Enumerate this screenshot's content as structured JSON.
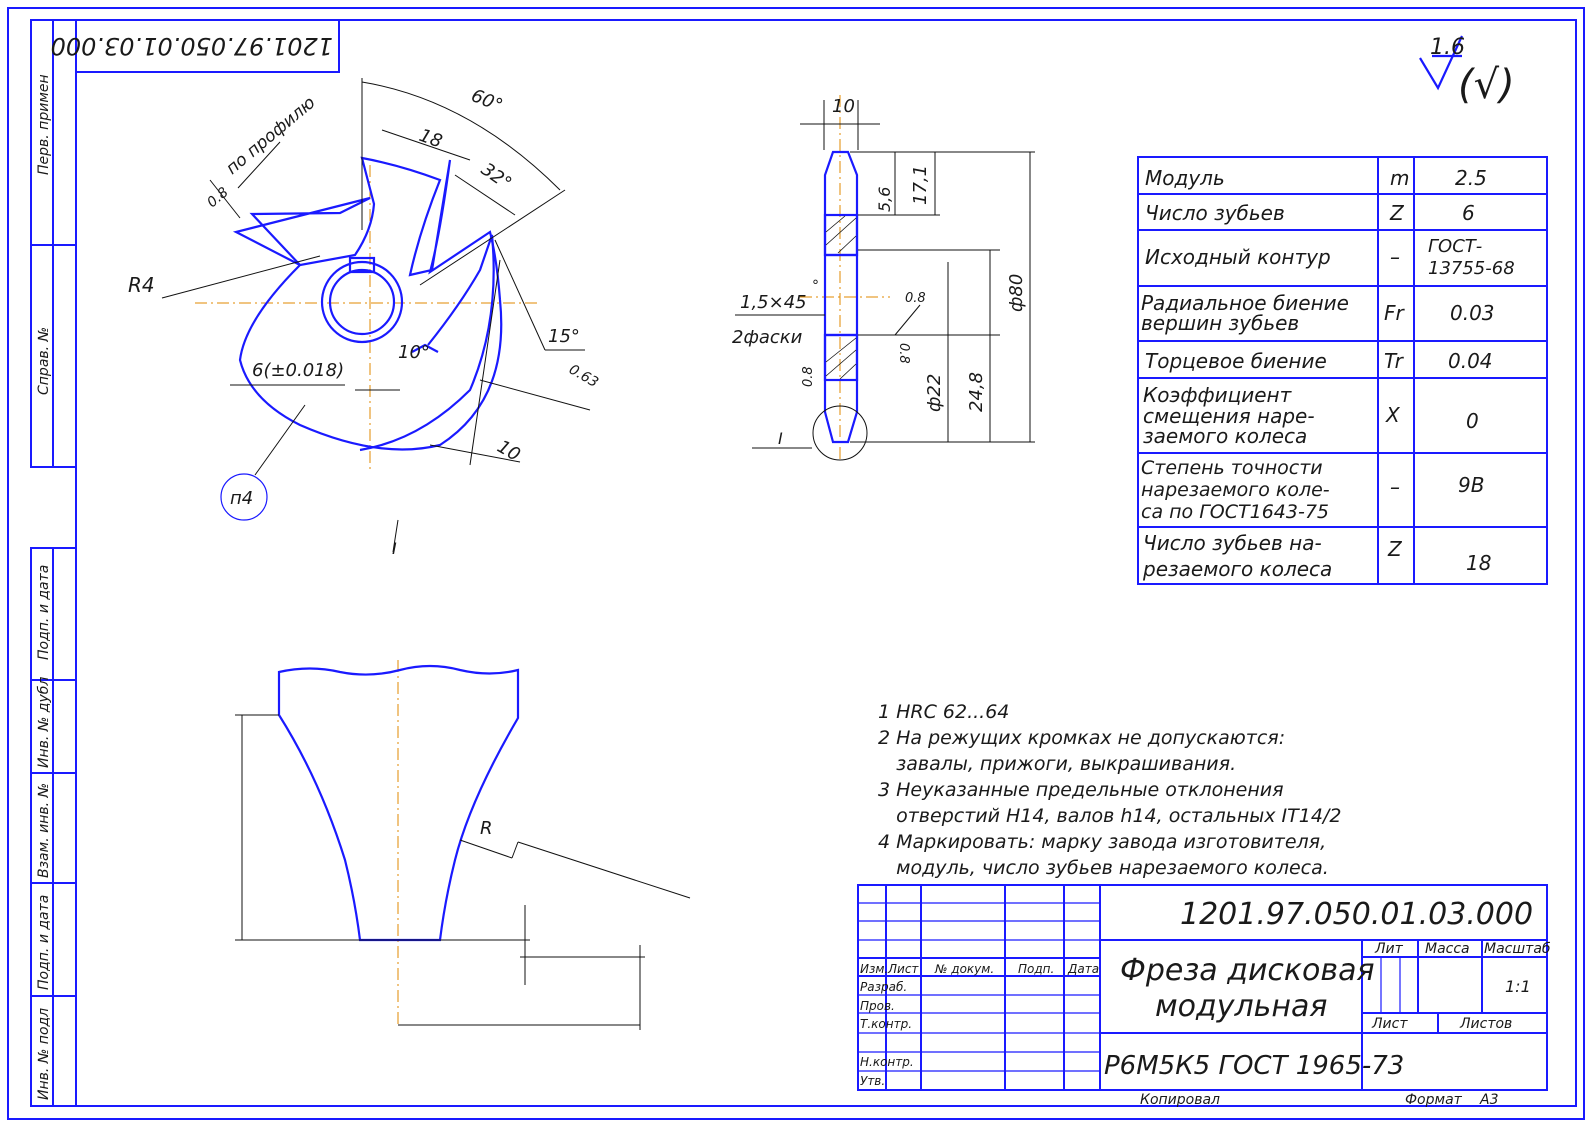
{
  "stamp_rotated": "1201.97.050.01.03.000",
  "roughness": {
    "value": "1.6",
    "bracket": "(√)"
  },
  "side_labels": [
    "Перв. примен",
    "Справ. №",
    "Подп. и дата",
    "Инв. № дубл",
    "Взам. инв. №",
    "Подп. и дата",
    "Инв. № подл"
  ],
  "view_main": {
    "angle_60": "60°",
    "dim_18": "18",
    "angle_32": "32°",
    "profile_note": "по профилю",
    "rough_08": "0.8",
    "r4": "R4",
    "keyway": "6(±0.018)",
    "angle_10": "10°",
    "angle_15": "15°",
    "rough_063": "0.63",
    "dim_10": "10",
    "section_mark": "I",
    "balloon": "п4"
  },
  "view_side": {
    "dim_10": "10",
    "dim_56": "5,6",
    "dim_171": "17,1",
    "chamfer": "1,5×45",
    "chamfer_deg": "°",
    "chamfer_note": "2фаски",
    "rough_08a": "0.8",
    "rough_08b": "0.8",
    "rough_08c": "0.8",
    "dim_d80": "ф80",
    "dim_d22": "ф22",
    "dim_248": "24,8",
    "detail_mark": "I"
  },
  "detail": {
    "radius": "R"
  },
  "param_table": [
    {
      "name": "Модуль",
      "sym": "m",
      "val": "2.5"
    },
    {
      "name": "Число зубьев",
      "sym": "Z",
      "val": "6"
    },
    {
      "name": "Исходный контур",
      "sym": "–",
      "val": "ГОСТ-13755-68"
    },
    {
      "name": "Радиальное биение вершин зубьев",
      "sym": "Fr",
      "val": "0.03"
    },
    {
      "name": "Торцевое биение",
      "sym": "Tr",
      "val": "0.04"
    },
    {
      "name": "Коэффициент смещения нарезаемого колеса",
      "sym": "X",
      "val": "0"
    },
    {
      "name": "Степень точности нарезаемого колеса по ГОСТ1643-75",
      "sym": "–",
      "val": "9В"
    },
    {
      "name": "Число зубьев нарезаемого колеса",
      "sym": "Z",
      "val": "18"
    }
  ],
  "notes": [
    "1 HRC 62...64",
    "2 На режущих кромках не допускаются:",
    "   завалы, прижоги, выкрашивания.",
    "3 Неуказанные предельные отклонения",
    "   отверстий H14, валов h14, остальных IT14/2",
    "4 Маркировать: марку завода изготовителя,",
    "   модуль, число зубьев нарезаемого колеса."
  ],
  "title_block": {
    "doc_number": "1201.97.050.01.03.000",
    "name_line1": "Фреза дисковая",
    "name_line2": "модульная",
    "material": "Р6М5К5 ГОСТ 1965-73",
    "h_izm": "Изм.",
    "h_list": "Лист",
    "h_doc": "№ докум.",
    "h_sign": "Подп.",
    "h_date": "Дата",
    "r_razrab": "Разраб.",
    "r_prov": "Пров.",
    "r_tkontr": "Т.контр.",
    "r_nkontr": "Н.контр.",
    "r_utv": "Утв.",
    "lit": "Лит",
    "mass": "Масса",
    "scale_h": "Масштаб",
    "scale": "1:1",
    "sheet": "Лист",
    "sheets": "Листов",
    "copied": "Копировал",
    "format": "Формат",
    "format_val": "А3"
  }
}
